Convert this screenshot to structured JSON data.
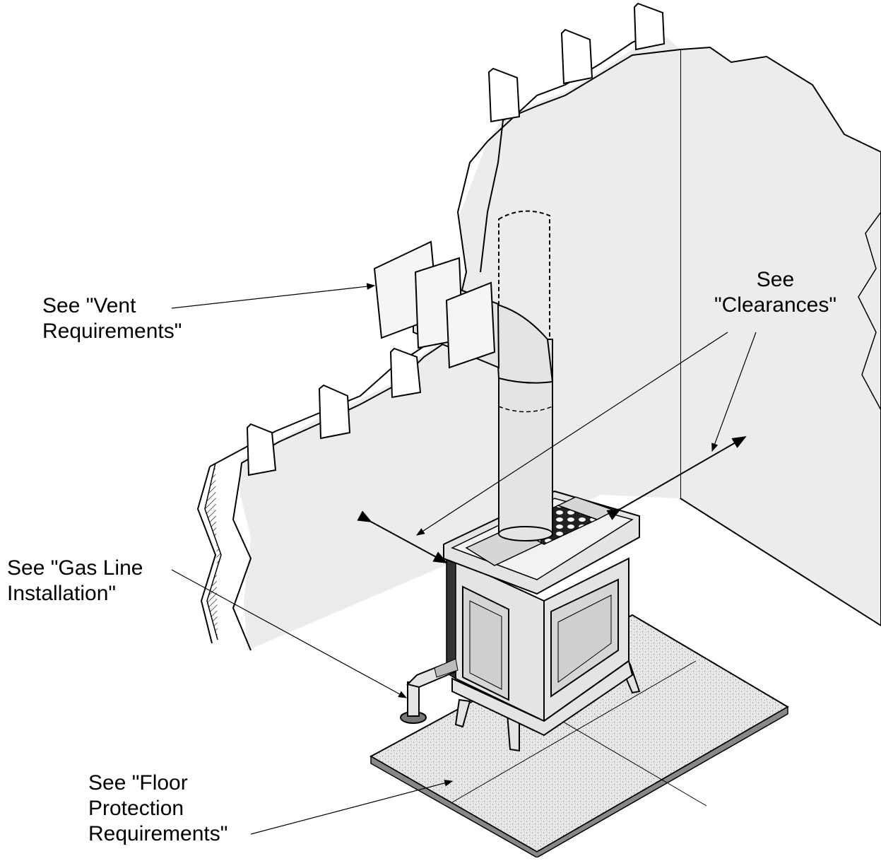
{
  "callouts": {
    "vent": {
      "line1": "See \"Vent",
      "line2": "Requirements\""
    },
    "clearances": {
      "line1": "See",
      "line2": "\"Clearances\""
    },
    "gas": {
      "line1": "See \"Gas Line",
      "line2": "Installation\""
    },
    "floor": {
      "line1": "See \"Floor",
      "line2": "Protection",
      "line3": "Requirements\""
    }
  },
  "colors": {
    "wall": "#ececec",
    "line": "#000000",
    "floor": "#dcdcdc",
    "stove": "#e4e4e4",
    "glass": "#d6d6d6"
  },
  "icons": {
    "diagram": "stove-installation-illustration",
    "arrow": "leader-arrow"
  }
}
